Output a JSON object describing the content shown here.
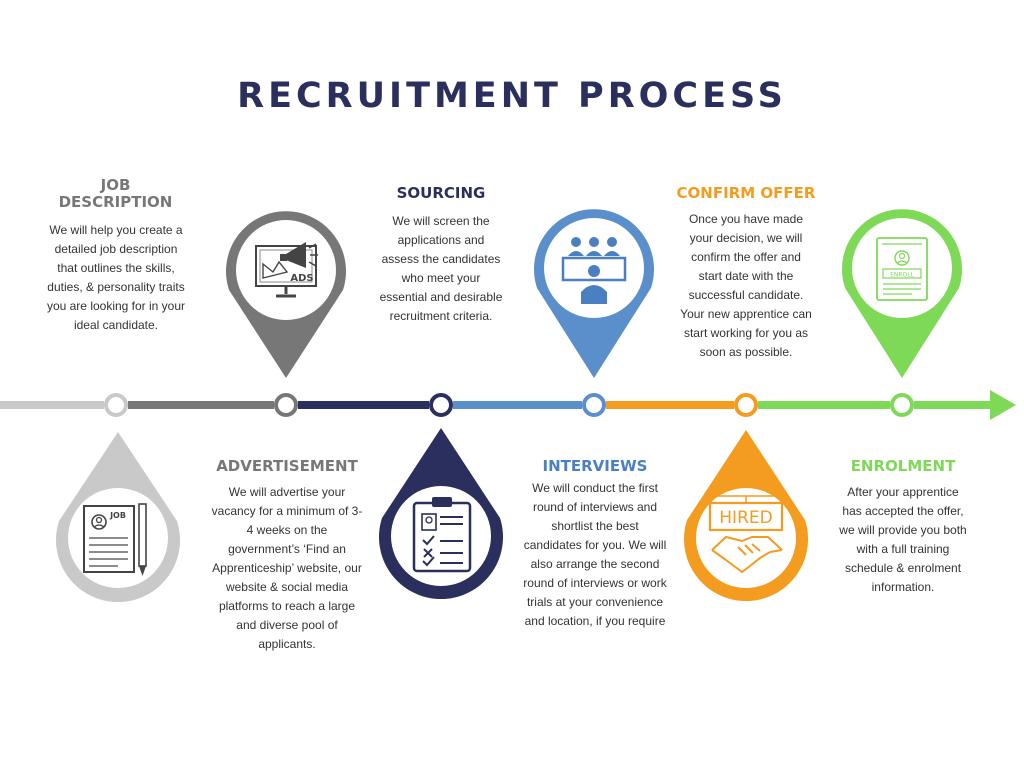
{
  "title": "RECRUITMENT PROCESS",
  "colors": {
    "navy": "#2a2f5e",
    "gray_light": "#c9c9c9",
    "gray_dark": "#777777",
    "blue": "#5b8fcc",
    "orange": "#f39c1f",
    "green": "#7ed957"
  },
  "steps": [
    {
      "title": "JOB DESCRIPTION",
      "description": "We will help you create a detailed job description that outlines the skills, duties, & personality traits you are looking for in your ideal candidate.",
      "icon": "job-document-icon",
      "icon_label": "JOB"
    },
    {
      "title": "ADVERTISEMENT",
      "description": "We will advertise your vacancy for a minimum of 3-4 weeks on the government’s ‘Find an Apprenticeship’ website, our website & social media platforms to reach a large and diverse pool of applicants.",
      "icon": "ads-monitor-megaphone-icon",
      "icon_label": "ADS"
    },
    {
      "title": "SOURCING",
      "description": "We will screen the applications and assess the candidates who meet your essential and desirable recruitment criteria.",
      "icon": "clipboard-checklist-icon"
    },
    {
      "title": "INTERVIEWS",
      "description": "We will conduct the first round of interviews and shortlist the best candidates for you. We will also arrange the second round of interviews or work trials at your convenience and location, if you require",
      "icon": "interview-panel-icon"
    },
    {
      "title": "CONFIRM OFFER",
      "description": "Once you have made your decision, we will confirm the offer and start date with the successful candidate. Your new apprentice can start working for you as soon as possible.",
      "icon": "hired-handshake-icon",
      "icon_label": "HIRED"
    },
    {
      "title": "ENROLMENT",
      "description": "After your apprentice has accepted the offer, we will provide you both with a full training schedule & enrolment information.",
      "icon": "enroll-form-icon",
      "icon_label": "ENROLL"
    }
  ]
}
